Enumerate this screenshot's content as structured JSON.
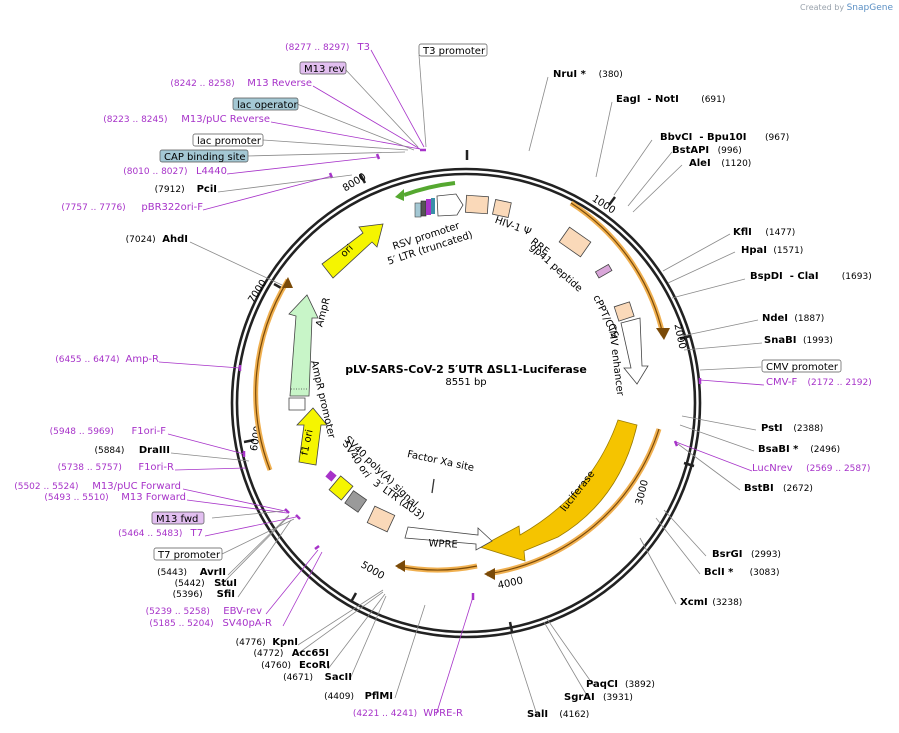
{
  "watermark": {
    "prefix": "Created by",
    "brand": "SnapGene"
  },
  "title": "pLV-SARS-CoV-2 5′UTR ΔSL1-Luciferase",
  "subtitle": "8551 bp",
  "ticks": [
    "1000",
    "2000",
    "3000",
    "4000",
    "5000",
    "6000",
    "7000",
    "8000"
  ],
  "sites_right": [
    {
      "name": "NruI *",
      "pos": "(380)"
    },
    {
      "name": "EagI  - NotI",
      "pos": "(691)"
    },
    {
      "name": "BbvCI  - Bpu10I",
      "pos": "(967)"
    },
    {
      "name": "BstAPI",
      "pos": "(996)"
    },
    {
      "name": "AleI",
      "pos": "(1120)"
    },
    {
      "name": "KflI",
      "pos": "(1477)"
    },
    {
      "name": "HpaI",
      "pos": "(1571)"
    },
    {
      "name": "BspDI  - ClaI",
      "pos": "(1693)"
    },
    {
      "name": "NdeI",
      "pos": "(1887)"
    },
    {
      "name": "SnaBI",
      "pos": "(1993)"
    },
    {
      "name": "PstI",
      "pos": "(2388)"
    },
    {
      "name": "BsaBI *",
      "pos": "(2496)"
    },
    {
      "name": "BstBI",
      "pos": "(2672)"
    },
    {
      "name": "BsrGI",
      "pos": "(2993)"
    },
    {
      "name": "BclI *",
      "pos": "(3083)"
    },
    {
      "name": "XcmI",
      "pos": "(3238)"
    },
    {
      "name": "PaqCI",
      "pos": "(3892)"
    },
    {
      "name": "SgrAI",
      "pos": "(3931)"
    },
    {
      "name": "SalI",
      "pos": "(4162)"
    }
  ],
  "sites_left": [
    {
      "name": "PciI",
      "pos": "(7912)"
    },
    {
      "name": "AhdI",
      "pos": "(7024)"
    },
    {
      "name": "DraIII",
      "pos": "(5884)"
    },
    {
      "name": "AvrII",
      "pos": "(5443)"
    },
    {
      "name": "StuI",
      "pos": "(5442)"
    },
    {
      "name": "SfiI",
      "pos": "(5396)"
    },
    {
      "name": "KpnI",
      "pos": "(4776)"
    },
    {
      "name": "Acc65I",
      "pos": "(4772)"
    },
    {
      "name": "EcoRI",
      "pos": "(4760)"
    },
    {
      "name": "SacII",
      "pos": "(4671)"
    },
    {
      "name": "PflMI",
      "pos": "(4409)"
    }
  ],
  "primers": [
    {
      "name": "T3",
      "pos": "(8277 .. 8297)"
    },
    {
      "name": "M13 Reverse",
      "pos": "(8242 .. 8258)"
    },
    {
      "name": "M13/pUC Reverse",
      "pos": "(8223 .. 8245)"
    },
    {
      "name": "L4440",
      "pos": "(8010 .. 8027)"
    },
    {
      "name": "pBR322ori-F",
      "pos": "(7757 .. 7776)"
    },
    {
      "name": "Amp-R",
      "pos": "(6455 .. 6474)"
    },
    {
      "name": "F1ori-F",
      "pos": "(5948 .. 5969)"
    },
    {
      "name": "F1ori-R",
      "pos": "(5738 .. 5757)"
    },
    {
      "name": "M13/pUC Forward",
      "pos": "(5502 .. 5524)"
    },
    {
      "name": "M13 Forward",
      "pos": "(5493 .. 5510)"
    },
    {
      "name": "T7",
      "pos": "(5464 .. 5483)"
    },
    {
      "name": "EBV-rev",
      "pos": "(5239 .. 5258)"
    },
    {
      "name": "SV40pA-R",
      "pos": "(5185 .. 5204)"
    },
    {
      "name": "WPRE-R",
      "pos": "(4221 .. 4241)"
    },
    {
      "name": "CMV-F",
      "pos": "(2172 .. 2192)"
    },
    {
      "name": "LucNrev",
      "pos": "(2569 .. 2587)"
    }
  ],
  "boxed_labels": [
    {
      "key": "t3p",
      "text": "T3 promoter",
      "style": "white"
    },
    {
      "key": "m13rev",
      "text": "M13 rev",
      "style": "purple"
    },
    {
      "key": "lacop",
      "text": "lac operator",
      "style": "teal"
    },
    {
      "key": "lacp",
      "text": "lac promoter",
      "style": "white"
    },
    {
      "key": "cap",
      "text": "CAP binding site",
      "style": "teal"
    },
    {
      "key": "cmvp",
      "text": "CMV promoter",
      "style": "white"
    },
    {
      "key": "m13fwd",
      "text": "M13 fwd",
      "style": "purple"
    },
    {
      "key": "t7p",
      "text": "T7 promoter",
      "style": "white"
    }
  ],
  "features": {
    "rsv": "RSV promoter",
    "ltr5": "5′ LTR (truncated)",
    "hiv": "HIV-1 Ψ",
    "rre": "RRE",
    "gp41": "gp41 peptide",
    "cppt": "cPPT/CTS",
    "cmv_enh": "CMV enhancer",
    "ori": "ori",
    "ampr": "AmpR",
    "ampr_prom": "AmpR promoter",
    "f1": "f1 ori",
    "sv40ori": "SV40 ori",
    "sv40pa": "SV40 poly(A) signal",
    "ltr3": "3′ LTR (ΔU3)",
    "factorxa": "Factor Xa site",
    "wpre": "WPRE",
    "luc": "luciferase"
  },
  "colors": {
    "backbone": "#222222",
    "primer": "#a733c9",
    "luciferase": "#f5c400",
    "ori": "#f5f500",
    "ampr": "#c8f5c8",
    "peach": "#fad9b9",
    "gold_arc": "#f0b050",
    "green_arrow": "#55a830",
    "teal": "#a4c8d4",
    "mauve": "#d9a6d9"
  }
}
